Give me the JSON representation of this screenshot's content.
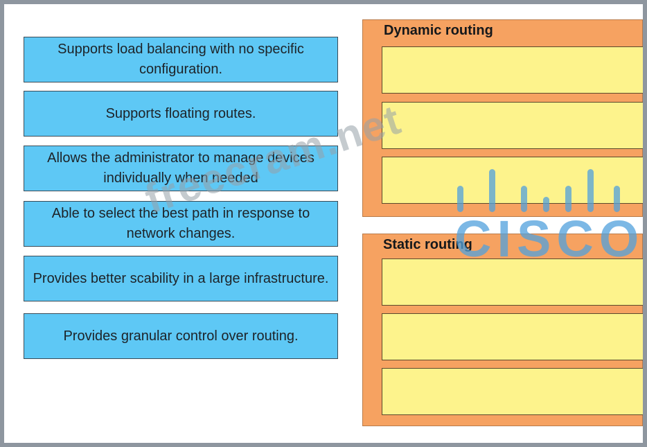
{
  "sources": [
    "Supports load balancing with no specific configuration.",
    "Supports floating routes.",
    "Allows the administrator to manage devices individually when needed",
    "Able to select the best path in response to network changes.",
    "Provides better scability in a large infrastructure.",
    "Provides granular control over routing."
  ],
  "zones": {
    "dynamic": {
      "title": "Dynamic routing"
    },
    "static": {
      "title": "Static routing"
    }
  },
  "watermark": {
    "text": "freecram.net",
    "logo": "CISCO",
    "logo_color": "#50a0dc"
  },
  "colors": {
    "source_fill": "#5ec8f5",
    "zone_fill": "#f6a261",
    "slot_fill": "#fdf38c"
  }
}
